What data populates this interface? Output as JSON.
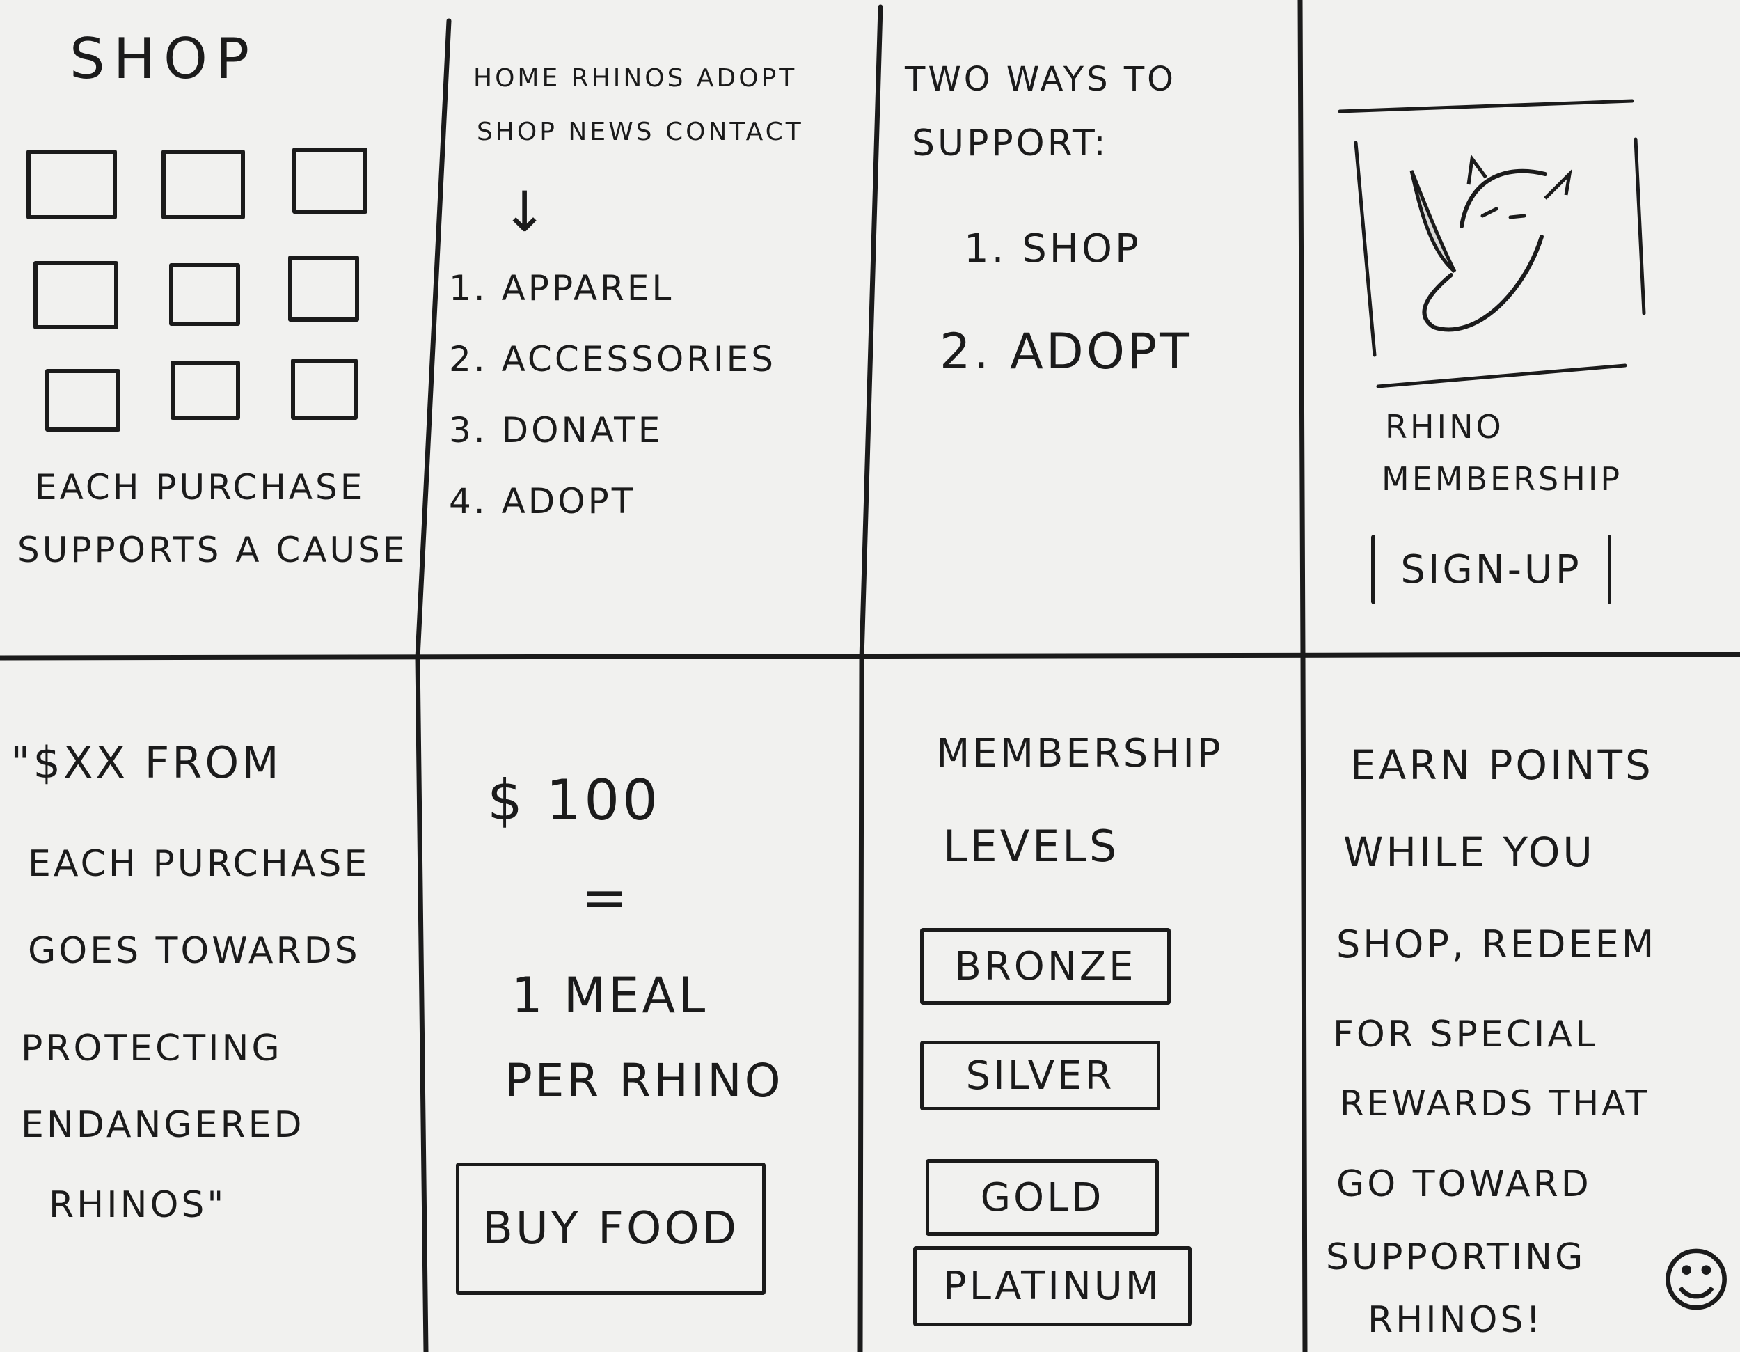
{
  "panel1": {
    "title": "SHOP",
    "caption_line1": "EACH PURCHASE",
    "caption_line2": "SUPPORTS A CAUSE"
  },
  "panel2": {
    "nav_line1": "HOME RHINOS ADOPT",
    "nav_line2": "SHOP NEWS CONTACT",
    "arrow": "↓",
    "items": [
      "1. APPAREL",
      "2. ACCESSORIES",
      "3. DONATE",
      "4. ADOPT"
    ]
  },
  "panel3": {
    "heading_line1": "TWO WAYS TO",
    "heading_line2": "SUPPORT:",
    "options": [
      "1. SHOP",
      "2. ADOPT"
    ]
  },
  "panel4": {
    "label_line1": "RHINO",
    "label_line2": "MEMBERSHIP",
    "signup_label": "SIGN-UP"
  },
  "panel5": {
    "lines": [
      "\"$XX FROM",
      "EACH PURCHASE",
      "GOES TOWARDS",
      "PROTECTING",
      "ENDANGERED",
      "RHINOS\""
    ]
  },
  "panel6": {
    "amount": "$ 100",
    "equals": "=",
    "meal_line1": "1 MEAL",
    "meal_line2": "PER RHINO",
    "buy_label": "BUY FOOD"
  },
  "panel7": {
    "heading_line1": "MEMBERSHIP",
    "heading_line2": "LEVELS",
    "levels": [
      "BRONZE",
      "SILVER",
      "GOLD",
      "PLATINUM"
    ]
  },
  "panel8": {
    "lines": [
      "EARN POINTS",
      "WHILE YOU",
      "SHOP, REDEEM",
      "FOR SPECIAL",
      "REWARDS THAT",
      "GO TOWARD",
      "SUPPORTING",
      "RHINOS!"
    ],
    "smiley": "☺"
  }
}
